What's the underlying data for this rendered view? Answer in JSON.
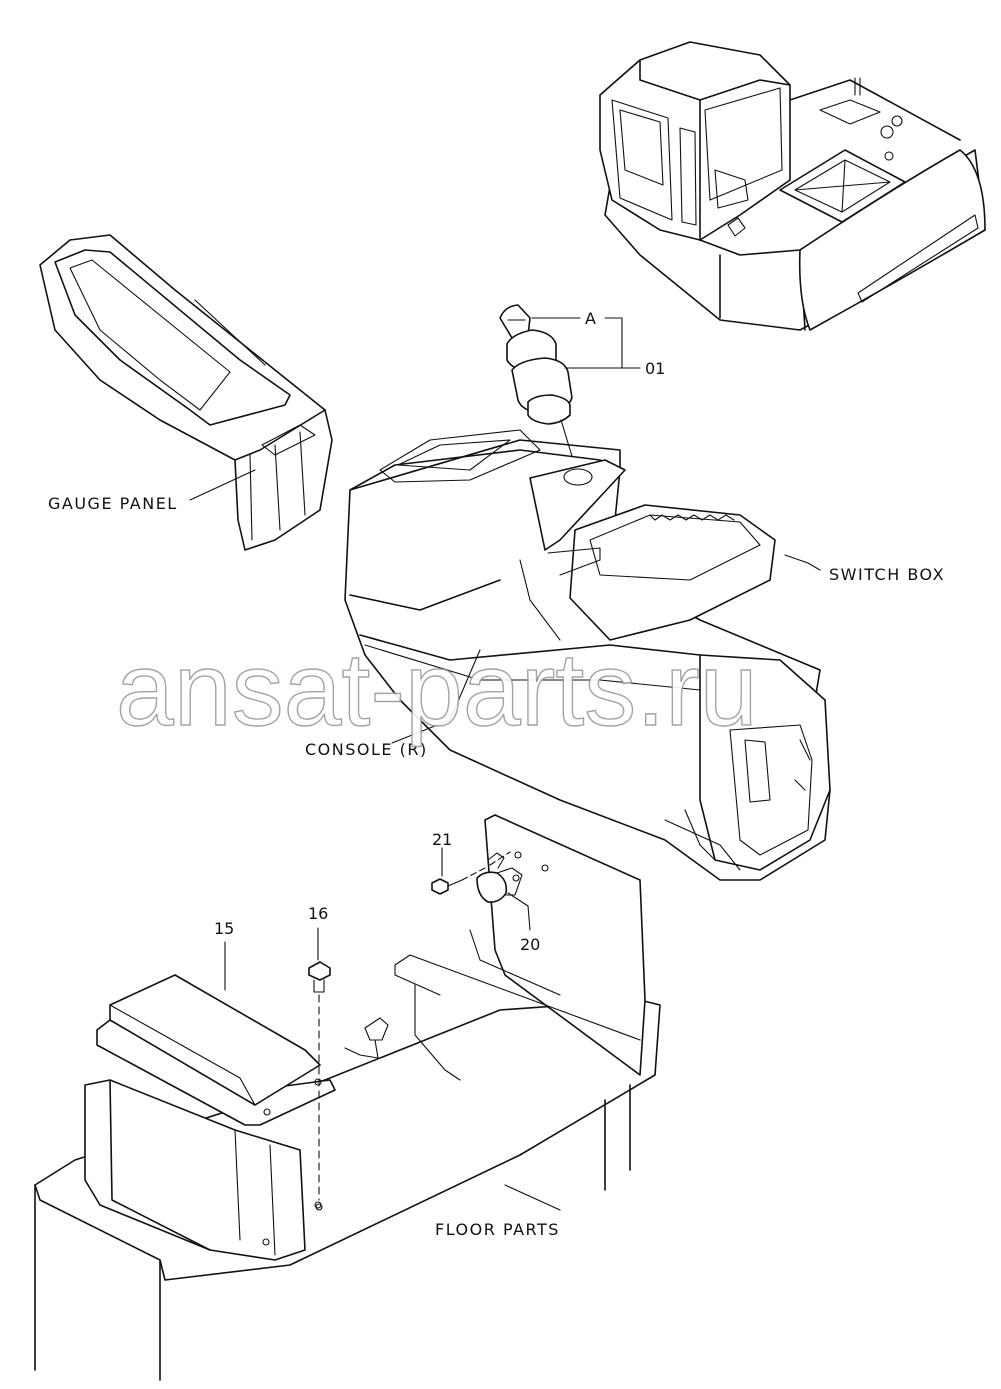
{
  "labels": {
    "gauge_panel": "GAUGE PANEL",
    "switch_box": "SWITCH BOX",
    "console_r": "CONSOLE (R)",
    "floor_parts": "FLOOR PARTS"
  },
  "callouts": {
    "a": "A",
    "p01": "01",
    "p15": "15",
    "p16": "16",
    "p20": "20",
    "p21": "21"
  },
  "watermark": "ansat-parts.ru",
  "colors": {
    "line": "#111111",
    "background": "#ffffff",
    "watermark_outline": "#9a9a9a"
  }
}
